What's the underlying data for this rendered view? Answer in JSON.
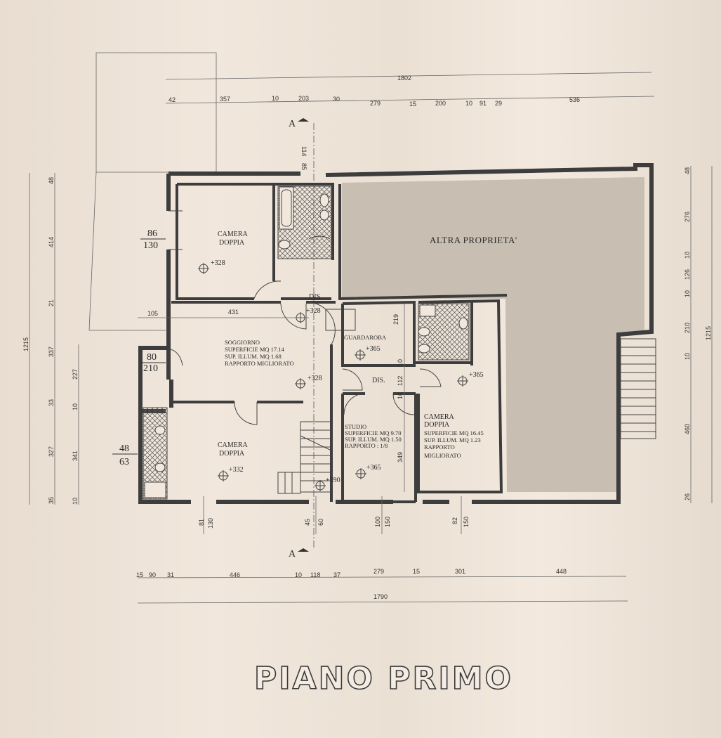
{
  "title": "PIANO PRIMO",
  "section_marks": {
    "top": "A",
    "bottom": "A"
  },
  "rooms": {
    "camera_top_left": {
      "line1": "CAMERA",
      "line2": "DOPPIA",
      "level": "+328"
    },
    "dis_top": {
      "label": "DIS.",
      "level": "+328"
    },
    "soggiorno": {
      "line1": "SOGGIORNO",
      "line2": "SUPERFICIE MQ 17.14",
      "line3": "SUP. ILLUM. MQ 1.68",
      "line4": "RAPPORTO MIGLIORATO",
      "level": "+328"
    },
    "guardaroba": {
      "label": "GUARDAROBA",
      "level": "+365"
    },
    "dis_mid": {
      "label": "DIS."
    },
    "camera_bottom_left": {
      "line1": "CAMERA",
      "line2": "DOPPIA",
      "level": "+332"
    },
    "studio": {
      "line1": "STUDIO",
      "line2": "SUPERFICIE MQ 9.70",
      "line3": "SUP. ILLUM. MQ 1.50",
      "line4": "RAPPORTO : 1/8",
      "level": "+365"
    },
    "camera_right": {
      "line1": "CAMERA",
      "line2": "DOPPIA",
      "line3": "SUPERFICIE MQ 16.45",
      "line4": "SUP. ILLUM. MQ 1.23",
      "line5": "RAPPORTO",
      "line6": "MIGLIORATO",
      "level": "+365"
    },
    "altra": {
      "label": "ALTRA PROPRIETA'"
    },
    "stair_level": "+390"
  },
  "fractions": {
    "f1": {
      "num": "86",
      "den": "130"
    },
    "f2": {
      "num": "80",
      "den": "210"
    },
    "f3": {
      "num": "48",
      "den": "63"
    }
  },
  "window_dims": {
    "top1": "85",
    "top2": "114",
    "b1a": "81",
    "b1b": "130",
    "b2a": "45",
    "b2b": "60",
    "b3a": "100",
    "b3b": "150",
    "b4a": "82",
    "b4b": "150"
  },
  "inner_dims": {
    "d105": "105",
    "d431": "431",
    "d219": "219",
    "d10": "10",
    "d112": "112",
    "d10b": "10",
    "d349": "349"
  },
  "top_total": "1802",
  "top_row": [
    "42",
    "357",
    "10",
    "203",
    "30",
    "279",
    "15",
    "200",
    "10",
    "91",
    "29",
    "536"
  ],
  "bottom_row": [
    "15",
    "90",
    "31",
    "446",
    "10",
    "118",
    "37",
    "279",
    "15",
    "301",
    "448"
  ],
  "bottom_total": "1790",
  "left_total": "1215",
  "left_outer": [
    "48",
    "414",
    "21",
    "337",
    "33",
    "327",
    "35"
  ],
  "left_inner": [
    "227",
    "10",
    "341",
    "10"
  ],
  "right_total": "1215",
  "right_dims": [
    "48",
    "276",
    "10",
    "126",
    "10",
    "210",
    "10",
    "460",
    "26"
  ]
}
